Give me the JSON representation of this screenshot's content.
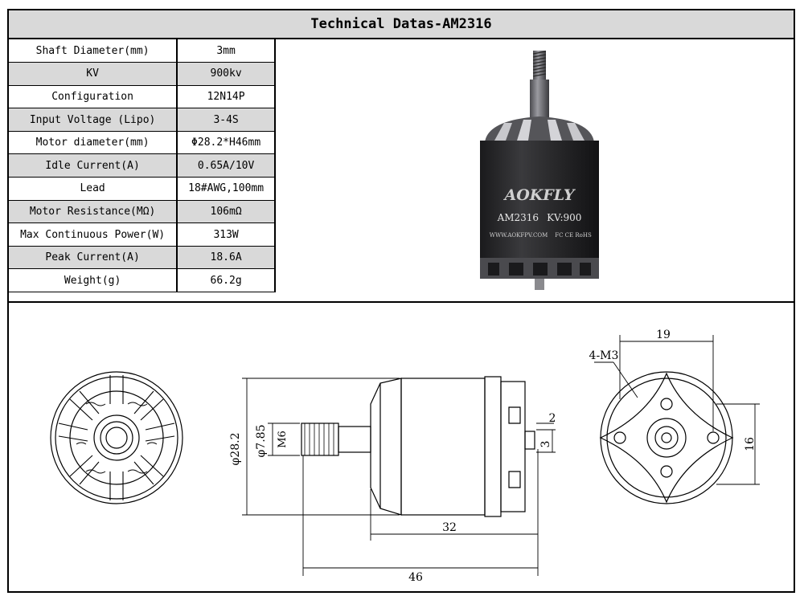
{
  "title": "Technical Datas-AM2316",
  "specs": [
    {
      "label": "Shaft Diameter(mm)",
      "value": "3mm"
    },
    {
      "label": "KV",
      "value": "900kv"
    },
    {
      "label": "Configuration",
      "value": "12N14P"
    },
    {
      "label": "Input Voltage (Lipo)",
      "value": "3-4S"
    },
    {
      "label": "Motor diameter(mm)",
      "value": "Φ28.2*H46mm"
    },
    {
      "label": "Idle Current(A)",
      "value": "0.65A/10V"
    },
    {
      "label": "Lead",
      "value": "18#AWG,100mm"
    },
    {
      "label": "Motor Resistance(MΩ)",
      "value": "106mΩ"
    },
    {
      "label": "Max Continuous Power(W)",
      "value": "313W"
    },
    {
      "label": "Peak Current(A)",
      "value": "18.6A"
    },
    {
      "label": "Weight(g)",
      "value": "66.2g"
    }
  ],
  "product_label": {
    "brand": "AOKFLY",
    "model": "AM2316",
    "kv": "KV:900",
    "url": "WWW.AOKFPV.COM",
    "marks": "FC CE RoHS"
  },
  "dimensions": {
    "diameter": "φ28.2",
    "shaft_dia": "φ7.85",
    "thread": "M6",
    "shaft_len": "2",
    "shaft_stub": "3",
    "body_len": "32",
    "total_len": "46",
    "hole_spacing_h": "19",
    "hole_spacing_v": "16",
    "holes": "4-M3"
  },
  "colors": {
    "shaded": "#d9d9d9",
    "motor_body": "#2a2a2c",
    "motor_metal": "#6a6a6e"
  }
}
